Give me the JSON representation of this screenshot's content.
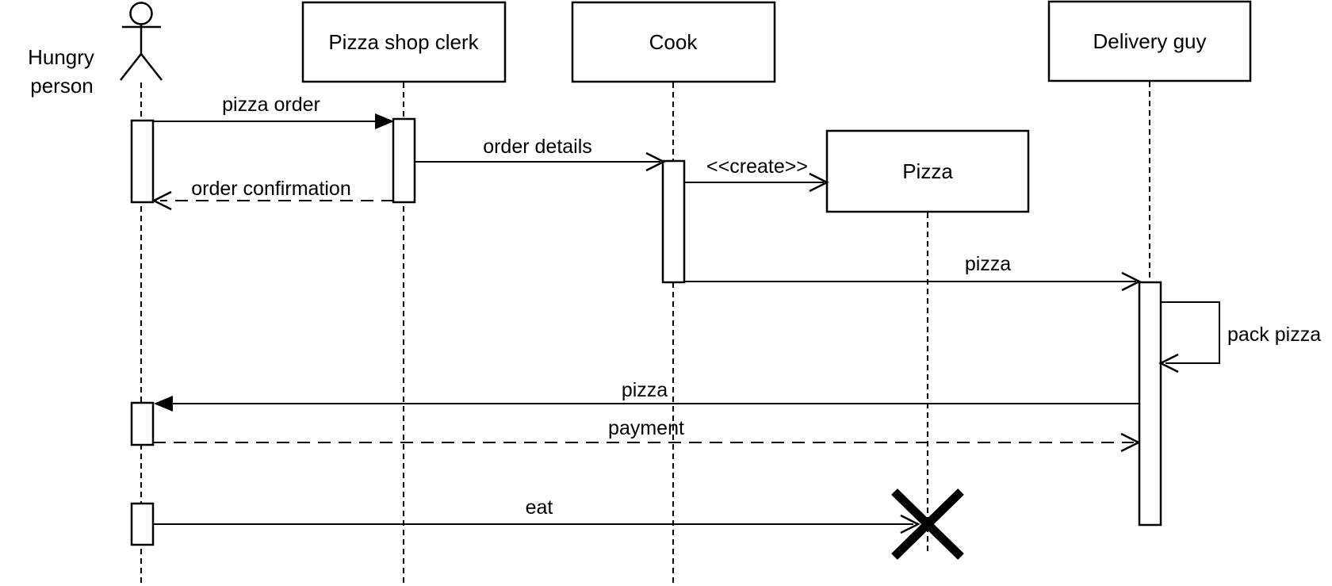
{
  "participants": [
    {
      "label": "Hungry person",
      "label_line1": "Hungry",
      "label_line2": "person",
      "kind": "actor"
    },
    {
      "label": "Pizza shop clerk",
      "kind": "object"
    },
    {
      "label": "Cook",
      "kind": "object"
    },
    {
      "label": "Pizza",
      "kind": "object",
      "created_during_interaction": true,
      "destroyed_at_end": true
    },
    {
      "label": "Delivery guy",
      "kind": "object"
    }
  ],
  "messages": [
    {
      "label": "pizza order",
      "from": "Hungry person",
      "to": "Pizza shop clerk",
      "line": "solid",
      "arrowhead": "filled"
    },
    {
      "label": "order confirmation",
      "from": "Pizza shop clerk",
      "to": "Hungry person",
      "line": "dashed",
      "arrowhead": "open"
    },
    {
      "label": "order details",
      "from": "Pizza shop clerk",
      "to": "Cook",
      "line": "solid",
      "arrowhead": "open"
    },
    {
      "label": "<<create>>",
      "from": "Cook",
      "to": "Pizza",
      "line": "solid",
      "arrowhead": "open"
    },
    {
      "label": "pizza",
      "from": "Cook",
      "to": "Delivery guy",
      "line": "solid",
      "arrowhead": "open"
    },
    {
      "label": "pack pizza",
      "from": "Delivery guy",
      "to": "Delivery guy",
      "line": "solid",
      "arrowhead": "open",
      "self_message": true
    },
    {
      "label": "pizza",
      "from": "Delivery guy",
      "to": "Hungry person",
      "line": "solid",
      "arrowhead": "filled"
    },
    {
      "label": "payment",
      "from": "Hungry person",
      "to": "Delivery guy",
      "line": "dashed",
      "arrowhead": "open"
    },
    {
      "label": "eat",
      "from": "Hungry person",
      "to": "Pizza",
      "line": "solid",
      "arrowhead": "open",
      "destroys_target": true
    }
  ],
  "colors": {
    "stroke": "#000000",
    "background": "#ffffff"
  }
}
